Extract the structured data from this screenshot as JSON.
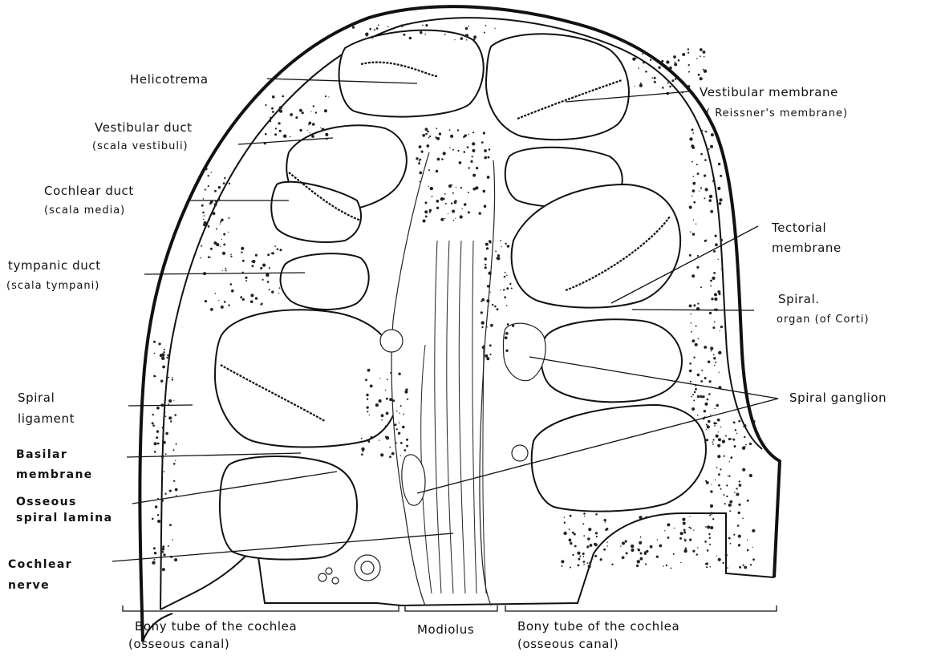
{
  "labels": {
    "helicotrema": "Helicotrema",
    "vestibular_duct_1": "Vestibular duct",
    "vestibular_duct_2": "(scala vestibuli)",
    "cochlear_duct_1": "Cochlear duct",
    "cochlear_duct_2": "(scala media)",
    "tympanic_duct_1": "tympanic duct",
    "tympanic_duct_2": "(scala tympani)",
    "spiral_ligament_1": "Spiral",
    "spiral_ligament_2": "ligament",
    "basilar_membrane_1": "Basilar",
    "basilar_membrane_2": "membrane",
    "osseous_spiral_lamina_1": "Osseous",
    "osseous_spiral_lamina_2": "spiral lamina",
    "cochlear_nerve_1": "Cochlear",
    "cochlear_nerve_2": "nerve",
    "vestibular_membrane_1": "Vestibular membrane",
    "vestibular_membrane_2": "( Reissner's membrane)",
    "tectorial_membrane_1": "Tectorial",
    "tectorial_membrane_2": "membrane",
    "spiral_organ_1": "Spiral.",
    "spiral_organ_2": "organ (of Corti)",
    "spiral_ganglion": "Spiral ganglion",
    "bony_tube_left_1": "Bony tube of the cochlea",
    "bony_tube_left_2": "(osseous canal)",
    "modiolus": "Modiolus",
    "bony_tube_right_1": "Bony tube of the cochlea",
    "bony_tube_right_2": "(osseous canal)"
  }
}
